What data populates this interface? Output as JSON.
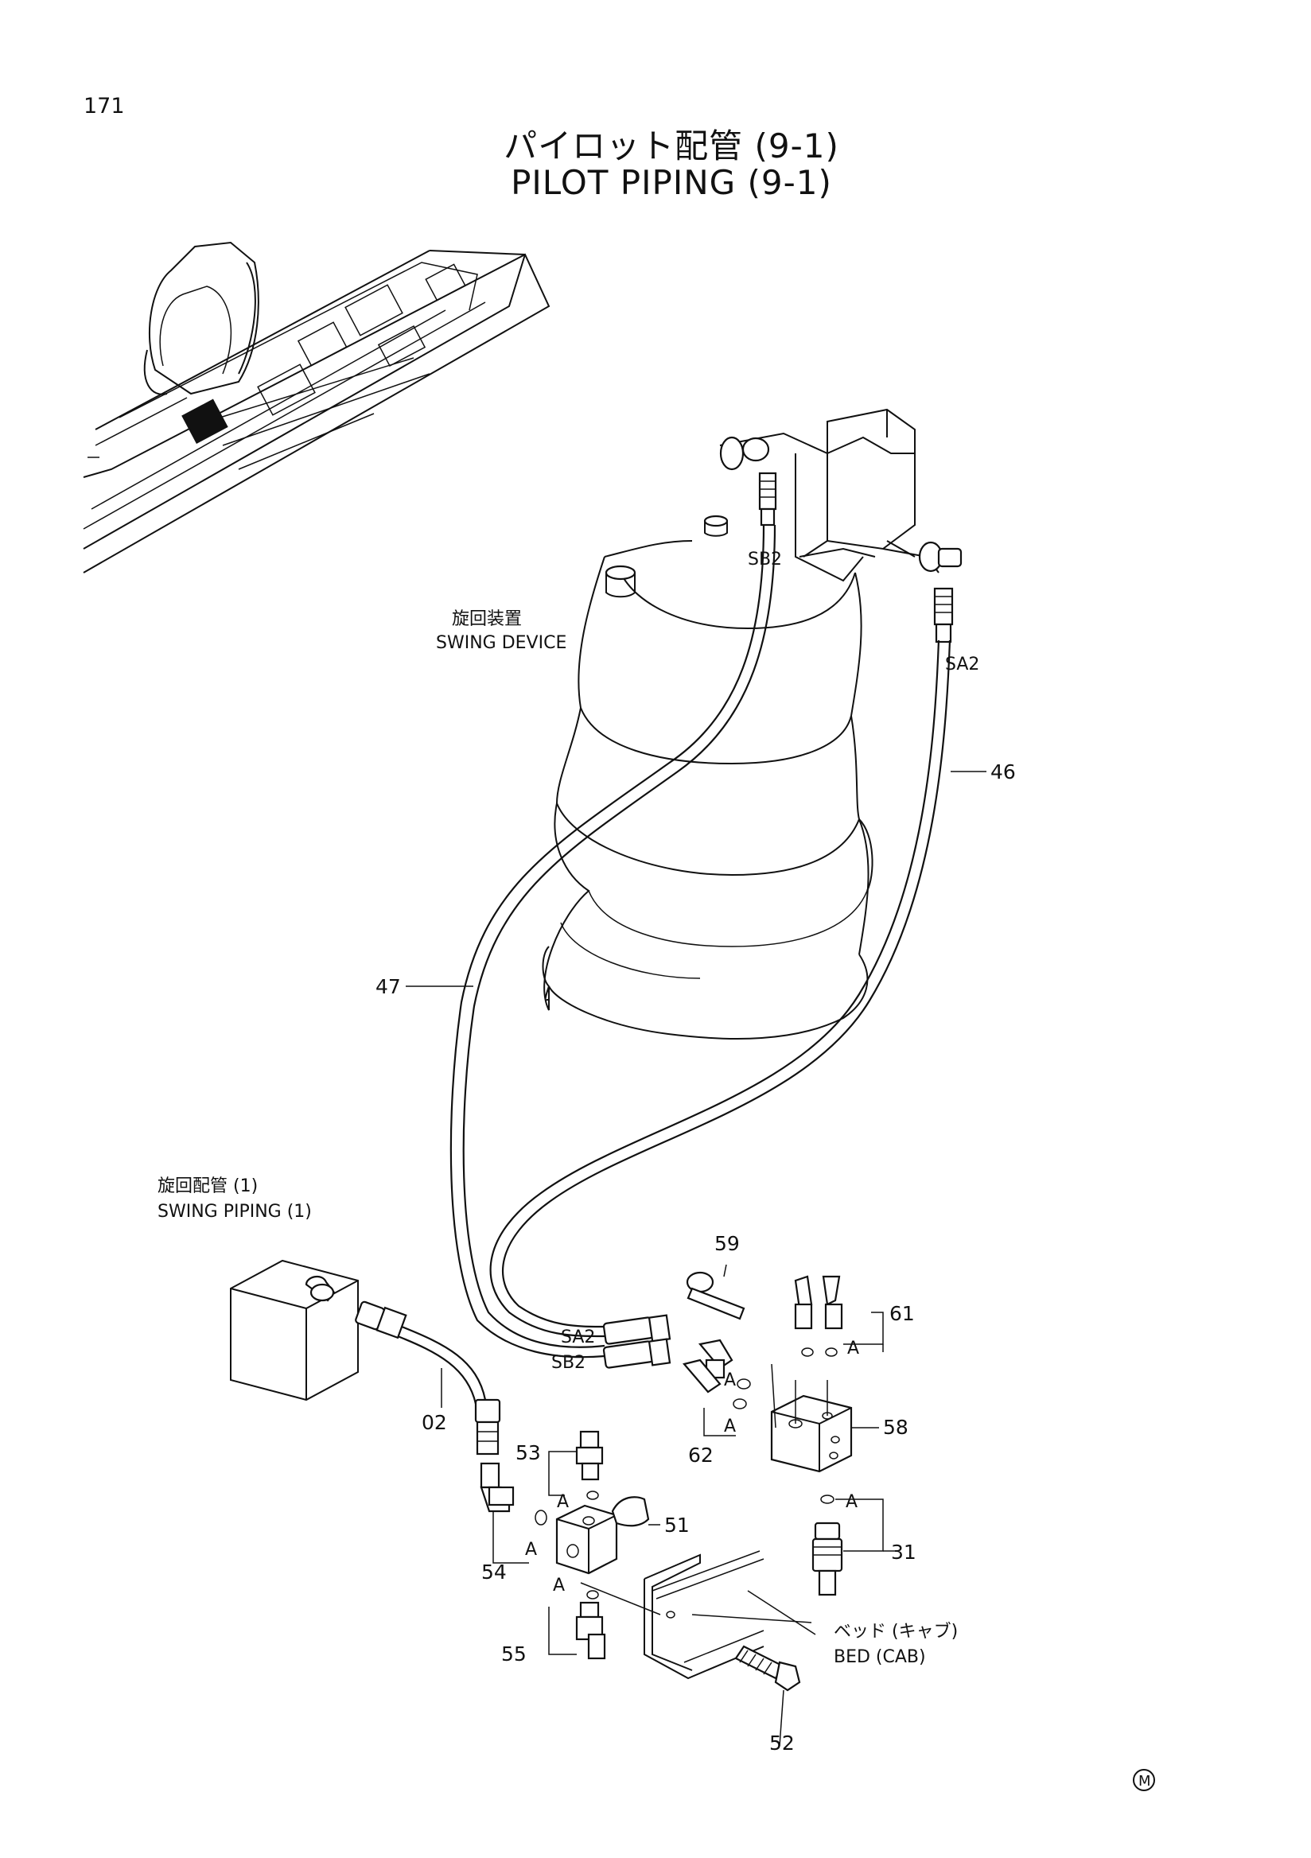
{
  "page_number": "171",
  "title_jp": "パイロット配管 (9-1)",
  "title_en": "PILOT PIPING (9-1)",
  "labels": {
    "swing_device_jp": "旋回装置",
    "swing_device_en": "SWING DEVICE",
    "swing_piping_jp": "旋回配管 (1)",
    "swing_piping_en": "SWING PIPING (1)",
    "bed_cab_jp": "ベッド (キャブ)",
    "bed_cab_en": "BED (CAB)"
  },
  "port_labels": [
    "SB2",
    "SA2",
    "SA2",
    "SB2"
  ],
  "detail_marker": "A",
  "part_numbers": [
    "46",
    "47",
    "59",
    "61",
    "58",
    "62",
    "02",
    "53",
    "51",
    "54",
    "31",
    "55",
    "52"
  ],
  "manufacturer_mark": "M"
}
